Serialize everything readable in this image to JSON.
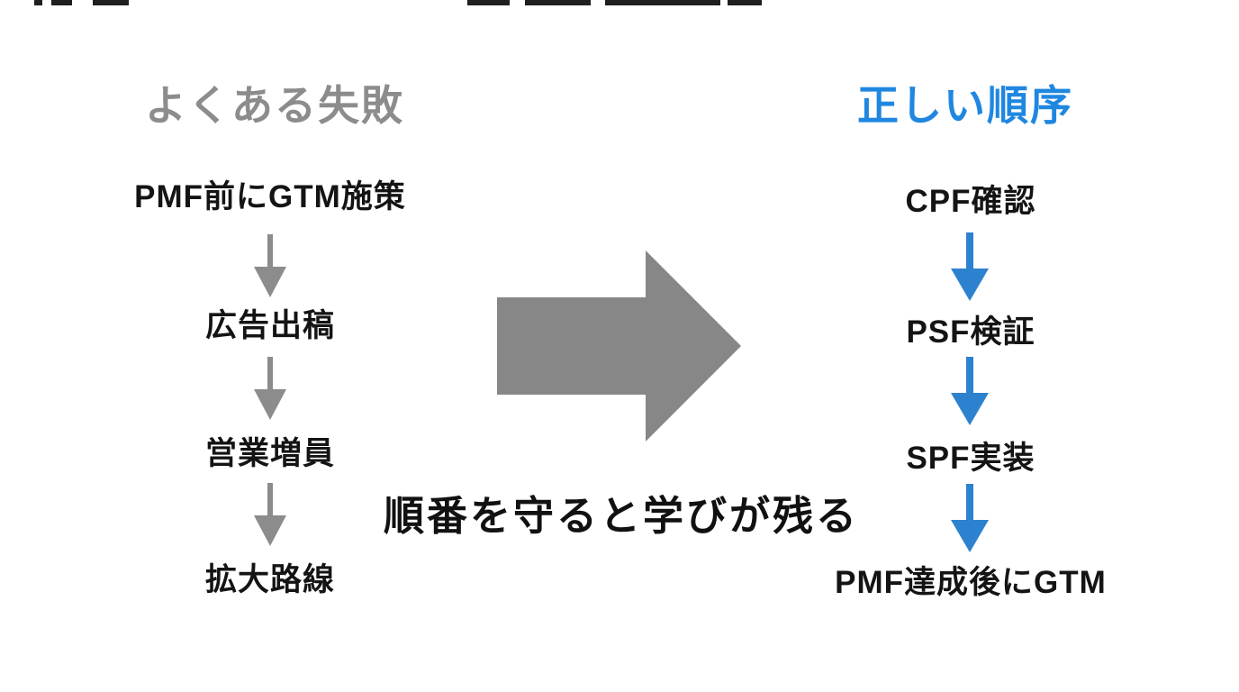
{
  "colors": {
    "background": "#ffffff",
    "gray_heading": "#8c8c8c",
    "blue_heading": "#1f87e0",
    "blue_arrow": "#2d82cf",
    "gray_arrow": "#8c8c8c",
    "big_arrow_gray": "#878787",
    "step_text": "#141414",
    "clipped_bar": "#1f1f1f"
  },
  "left_flow": {
    "heading": "よくある失敗",
    "steps": [
      "PMF前にGTM施策",
      "広告出稿",
      "営業増員",
      "拡大路線"
    ]
  },
  "right_flow": {
    "heading": "正しい順序",
    "steps": [
      "CPF確認",
      "PSF検証",
      "SPF実装",
      "PMF達成後にGTM"
    ]
  },
  "center": {
    "caption": "順番を守ると学びが残る",
    "big_arrow_icon": "right-arrow"
  }
}
